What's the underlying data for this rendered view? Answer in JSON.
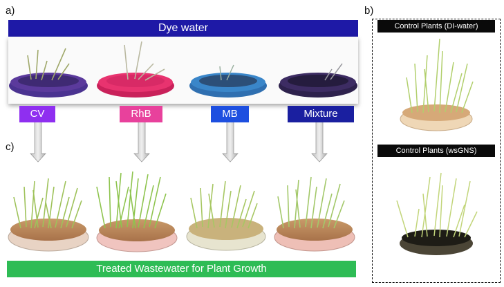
{
  "panels": {
    "a": "a)",
    "b": "b)",
    "c": "c)"
  },
  "dye_water": "Dye water",
  "dyes": [
    {
      "label": "CV",
      "color": "#8f2ff0",
      "dish": "#5b3a9c"
    },
    {
      "label": "RhB",
      "color": "#e8419c",
      "dish": "#e8336f"
    },
    {
      "label": "MB",
      "color": "#1d4fe0",
      "dish": "#3a86c9"
    },
    {
      "label": "Mixture",
      "color": "#1a1fa0",
      "dish": "#3d2c63"
    }
  ],
  "treated": "Treated Wastewater for Plant Growth",
  "controls": [
    {
      "title": "Control Plants (DI-water)"
    },
    {
      "title": "Control Plants (wsGNS)"
    }
  ]
}
